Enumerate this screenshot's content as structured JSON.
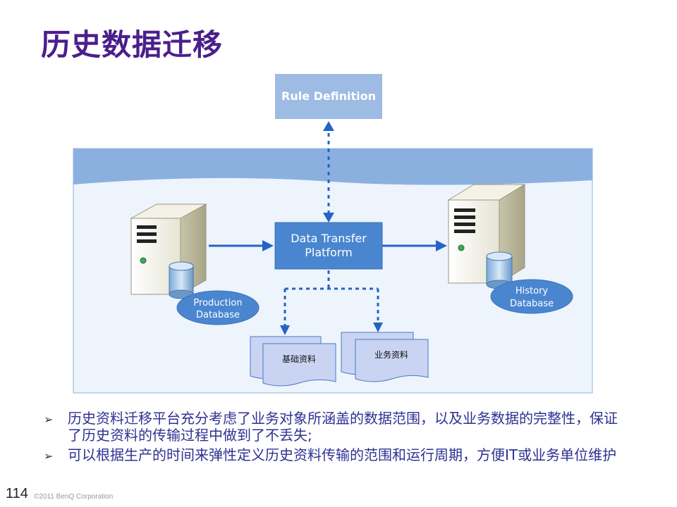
{
  "title": "历史数据迁移",
  "diagram": {
    "rule_definition": "Rule Definition",
    "platform_line1": "Data Transfer",
    "platform_line2": "Platform",
    "production_line1": "Production",
    "production_line2": "Database",
    "history_line1": "History",
    "history_line2": "Database",
    "doc_basic": "基础资料",
    "doc_business": "业务资料",
    "colors": {
      "rule_box": "#9DBBE3",
      "platform_box": "#4A86D0",
      "band": "#8BB0E0",
      "panel": "#EEF4FC",
      "arrow": "#2563C7",
      "ellipse": "#4A86D0",
      "doc": "#C9D4F2"
    }
  },
  "bullets": [
    "历史资料迁移平台充分考虑了业务对象所涵盖的数据范围，以及业务数据的完整性，保证了历史资料的传输过程中做到了不丢失;",
    "可以根据生产的时间来弹性定义历史资料传输的范围和运行周期，方便IT或业务单位维护"
  ],
  "footer": {
    "page_number": "114",
    "copyright": "©2011 BenQ Corporation"
  }
}
